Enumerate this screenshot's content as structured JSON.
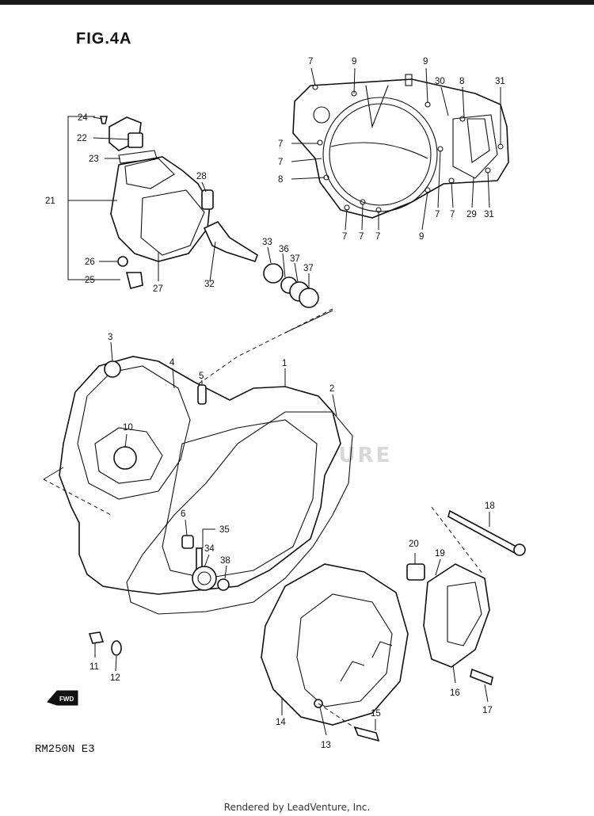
{
  "figure": {
    "title": "FIG.4A",
    "model": "RM250N E3",
    "watermark": "LEADVENTURE",
    "fwd_label": "FWD"
  },
  "footer": "Rendered by LeadVenture, Inc.",
  "callouts": {
    "c1": "1",
    "c2": "2",
    "c3": "3",
    "c4": "4",
    "c5": "5",
    "c6": "6",
    "c7a": "7",
    "c7b": "7",
    "c7c": "7",
    "c7d": "7",
    "c7e": "7",
    "c7f": "7",
    "c7g": "7",
    "c7h": "7",
    "c8a": "8",
    "c8b": "8",
    "c9a": "9",
    "c9b": "9",
    "c9c": "9",
    "c10": "10",
    "c11": "11",
    "c12": "12",
    "c13": "13",
    "c14": "14",
    "c15": "15",
    "c16": "16",
    "c17": "17",
    "c18": "18",
    "c19": "19",
    "c20": "20",
    "c21": "21",
    "c22": "22",
    "c23": "23",
    "c24": "24",
    "c25": "25",
    "c26": "26",
    "c27": "27",
    "c28": "28",
    "c29": "29",
    "c30": "30",
    "c31a": "31",
    "c31b": "31",
    "c32": "32",
    "c33": "33",
    "c34": "34",
    "c35": "35",
    "c36": "36",
    "c37a": "37",
    "c37b": "37",
    "c38": "38"
  }
}
